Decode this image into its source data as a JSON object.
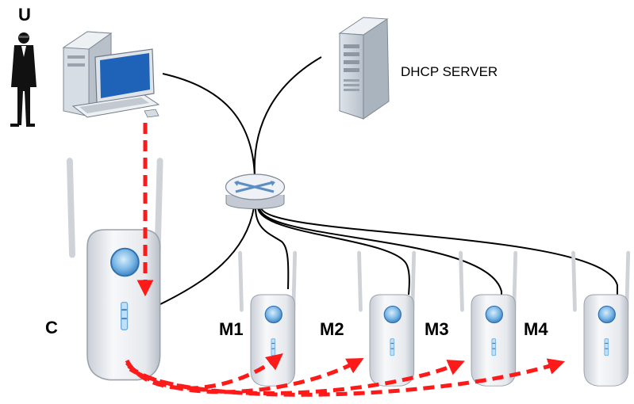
{
  "labels": {
    "user": "U",
    "server": "DHCP SERVER",
    "controller": "C",
    "ap1": "M1",
    "ap2": "M2",
    "ap3": "M3",
    "ap4": "M4"
  },
  "colors": {
    "cable": "#000000",
    "flow_arrow": "#ff1a1a",
    "device_body": "#f1f3f6",
    "device_shadow": "#c5cbd3",
    "button_blue": "#5ea6dc",
    "antenna": "#dfe2e6"
  },
  "icons": {
    "user": "user-icon",
    "computer": "computer-icon",
    "server": "server-icon",
    "switch": "switch-icon",
    "access_point": "access-point-icon"
  }
}
